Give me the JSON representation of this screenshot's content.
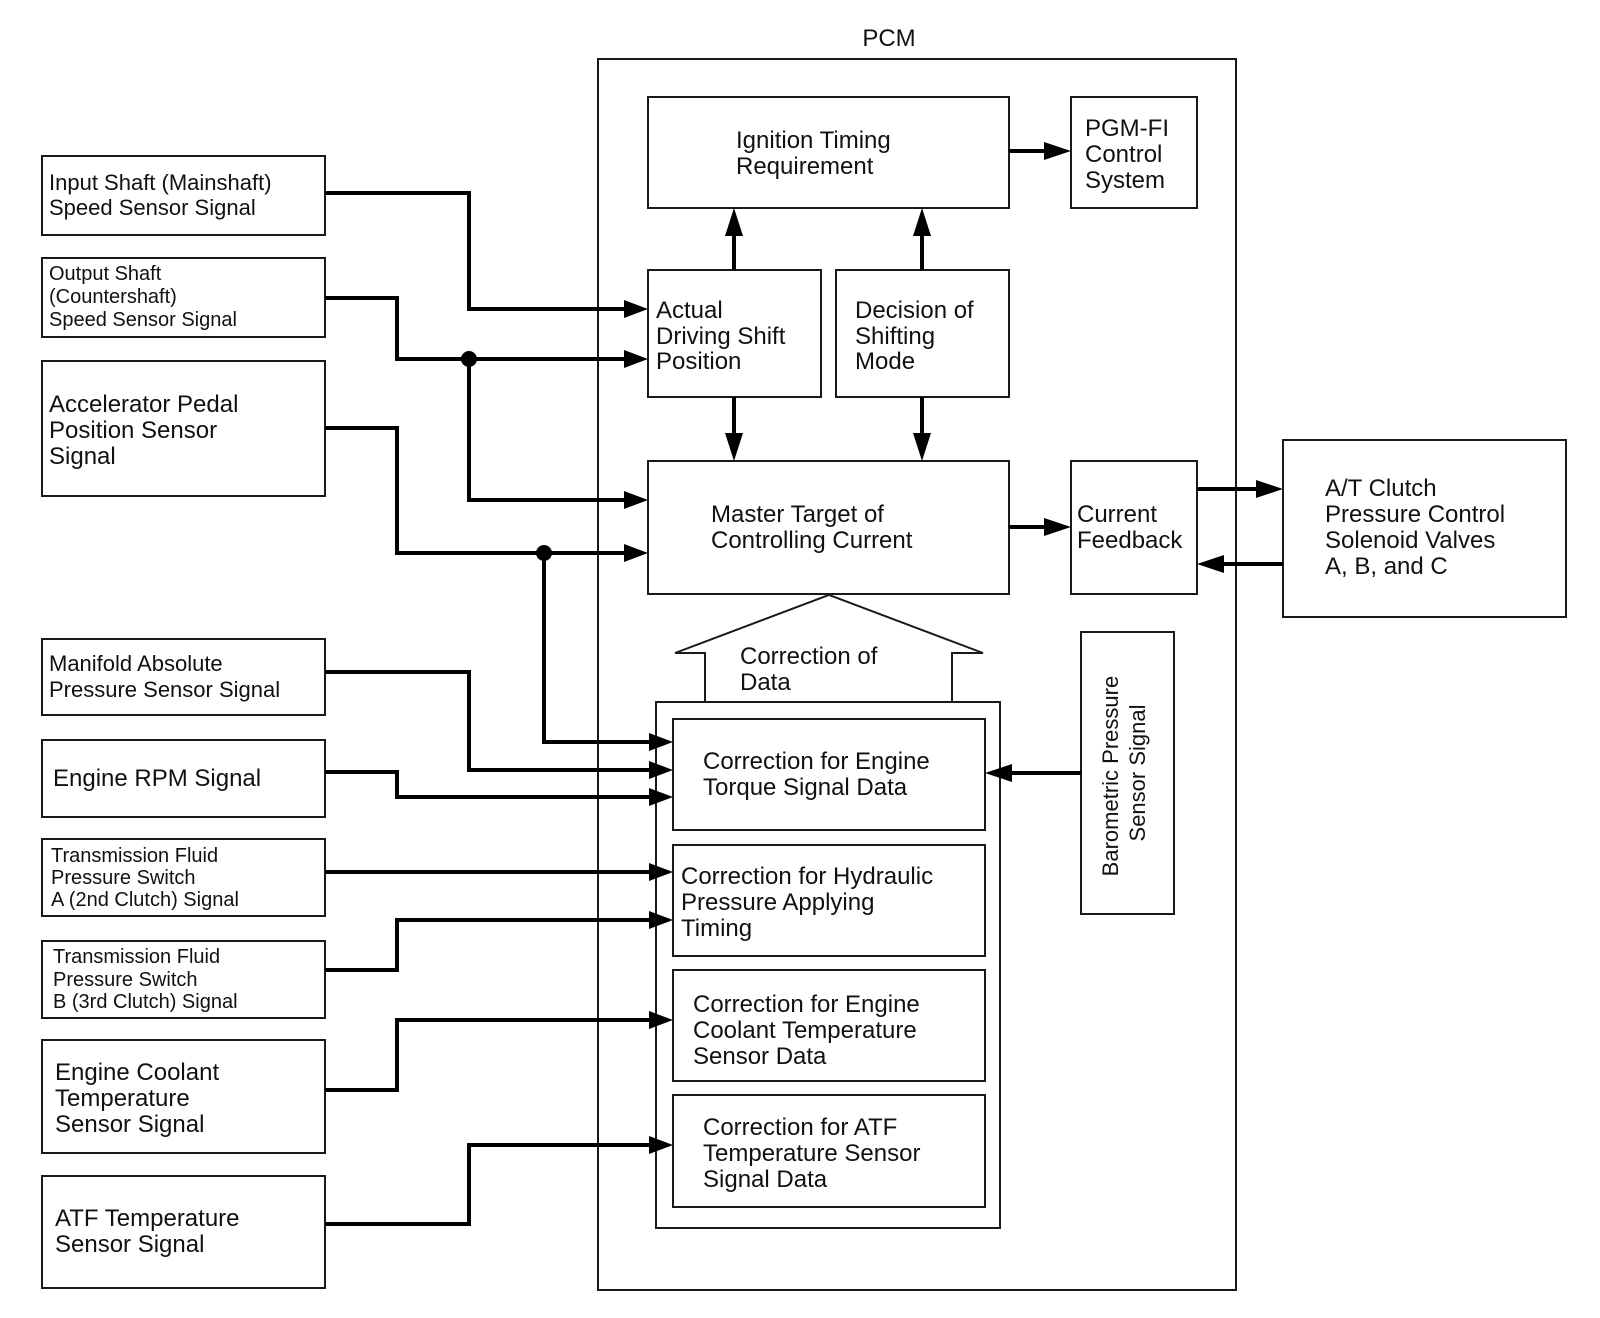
{
  "title": "PCM",
  "inputs": {
    "input_shaft": [
      "Input Shaft (Mainshaft)",
      "Speed Sensor Signal"
    ],
    "output_shaft": [
      "Output Shaft",
      "(Countershaft)",
      "Speed Sensor Signal"
    ],
    "accelerator": [
      "Accelerator Pedal",
      "Position Sensor",
      "Signal"
    ],
    "map_sensor": [
      "Manifold Absolute",
      "Pressure Sensor Signal"
    ],
    "engine_rpm": [
      "Engine RPM Signal"
    ],
    "tfp_switch_a": [
      "Transmission Fluid",
      "Pressure Switch",
      "A (2nd Clutch) Signal"
    ],
    "tfp_switch_b": [
      "Transmission Fluid",
      "Pressure Switch",
      "B (3rd Clutch) Signal"
    ],
    "ect_sensor": [
      "Engine Coolant",
      "Temperature",
      "Sensor Signal"
    ],
    "atf_sensor": [
      "ATF Temperature",
      "Sensor Signal"
    ],
    "baro_sensor": [
      "Barometric Pressure",
      "Sensor Signal"
    ]
  },
  "pcm_blocks": {
    "ignition_timing": [
      "Ignition Timing",
      "Requirement"
    ],
    "pgm_fi": [
      "PGM-FI",
      "Control",
      "System"
    ],
    "actual_shift": [
      "Actual",
      "Driving Shift",
      "Position"
    ],
    "decision_mode": [
      "Decision of",
      "Shifting",
      "Mode"
    ],
    "master_target": [
      "Master Target of",
      "Controlling Current"
    ],
    "current_feedback": [
      "Current",
      "Feedback"
    ],
    "correction_of_data": [
      "Correction of",
      "Data"
    ],
    "corr_torque": [
      "Correction for Engine",
      "Torque Signal Data"
    ],
    "corr_hydraulic": [
      "Correction for Hydraulic",
      "Pressure Applying",
      "Timing"
    ],
    "corr_coolant": [
      "Correction for Engine",
      "Coolant Temperature",
      "Sensor Data"
    ],
    "corr_atf": [
      "Correction for ATF",
      "Temperature Sensor",
      "Signal Data"
    ]
  },
  "outputs": {
    "solenoids": [
      "A/T Clutch",
      "Pressure Control",
      "Solenoid Valves",
      "A, B, and C"
    ]
  }
}
